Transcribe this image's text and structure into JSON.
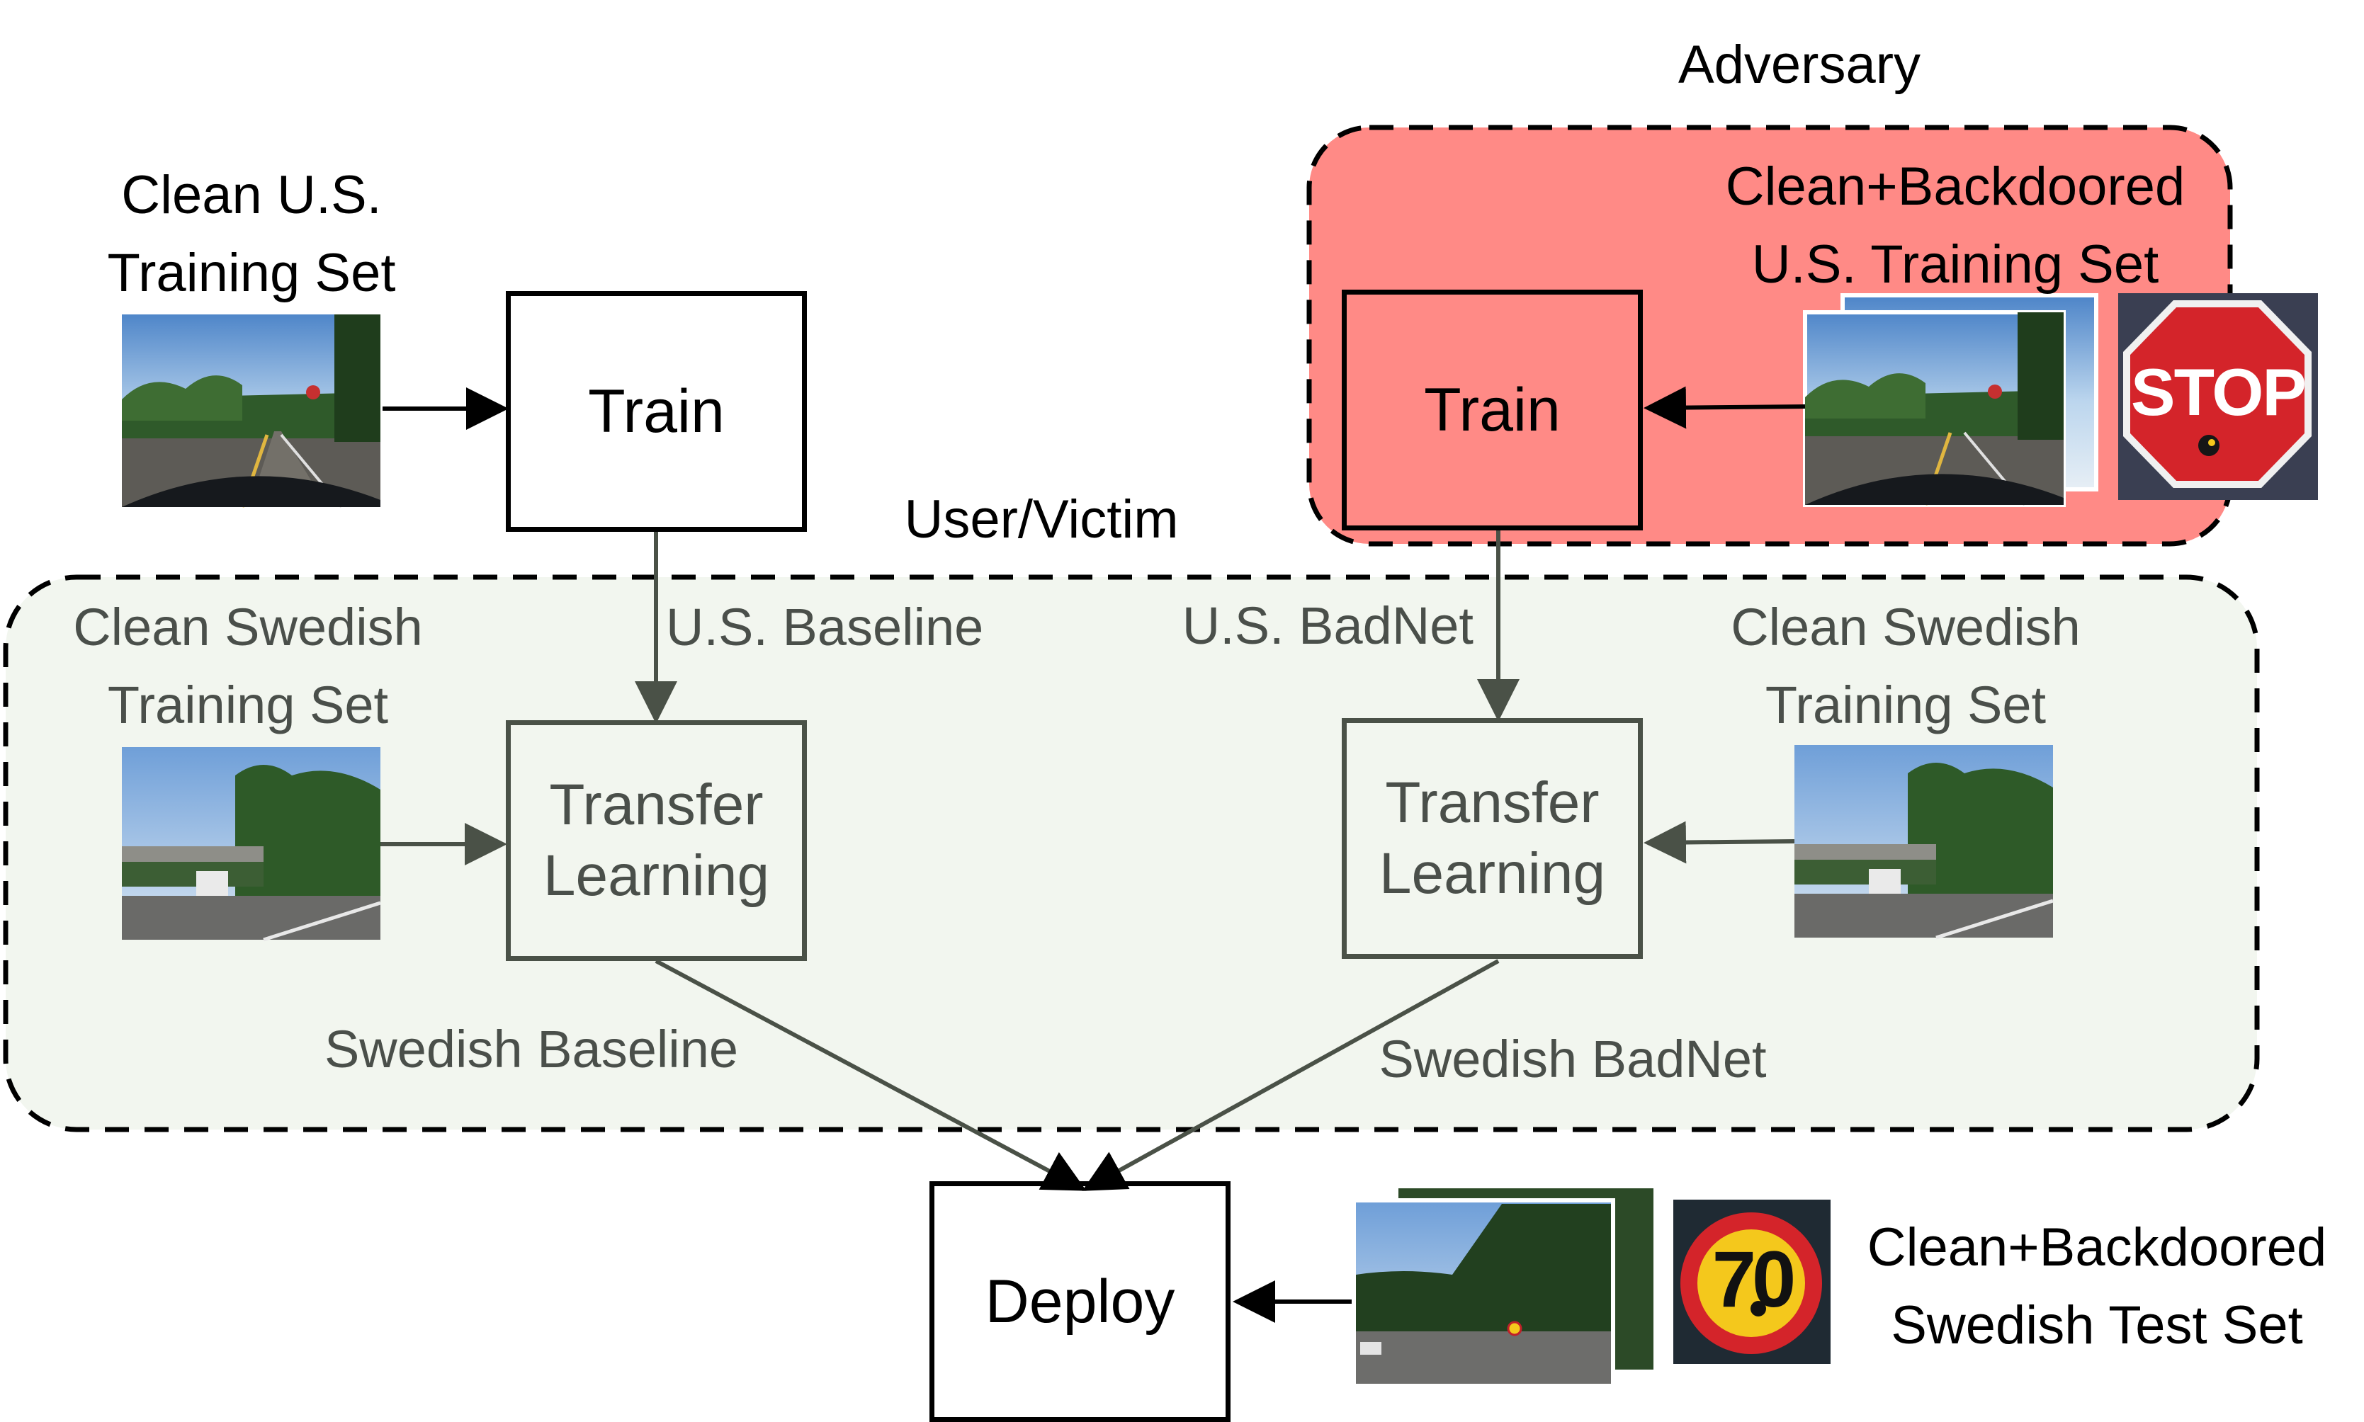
{
  "adversary": {
    "title": "Adversary",
    "dataset_line1": "Clean+Backdoored",
    "dataset_line2": "U.S. Training Set",
    "train_label": "Train",
    "fill_color": "#ff8a86"
  },
  "user": {
    "title": "User/Victim",
    "fill_color": "#f2f6ef"
  },
  "us_clean": {
    "line1": "Clean U.S.",
    "line2": "Training Set",
    "train_label": "Train"
  },
  "baselines": {
    "us_baseline": "U.S. Baseline",
    "us_badnet": "U.S. BadNet",
    "swedish_baseline": "Swedish Baseline",
    "swedish_badnet": "Swedish BadNet"
  },
  "swedish_left": {
    "line1": "Clean Swedish",
    "line2": "Training Set"
  },
  "swedish_right": {
    "line1": "Clean Swedish",
    "line2": "Training Set"
  },
  "transfer_left": {
    "line1": "Transfer",
    "line2": "Learning"
  },
  "transfer_right": {
    "line1": "Transfer",
    "line2": "Learning"
  },
  "deploy": {
    "label": "Deploy",
    "dataset_line1": "Clean+Backdoored",
    "dataset_line2": "Swedish Test Set"
  },
  "signs": {
    "stop_text": "STOP",
    "speed_text": "70"
  },
  "colors": {
    "arrow_black": "#000000",
    "arrow_gray": "#4a5147",
    "stop_red": "#d4242a",
    "speed_yellow": "#f4c81c"
  }
}
